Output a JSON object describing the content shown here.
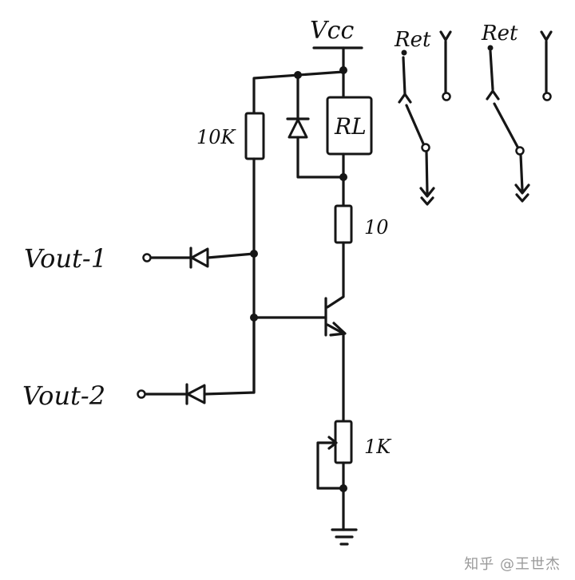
{
  "labels": {
    "vcc": "Vcc",
    "r_base": "10K",
    "relay": "RL",
    "r_collector": "10",
    "r_emitter": "1K",
    "input_1": "Vout-1",
    "input_2": "Vout-2",
    "contact_1": "Ret",
    "contact_2": "Ret"
  },
  "watermark": "知乎 @王世杰"
}
